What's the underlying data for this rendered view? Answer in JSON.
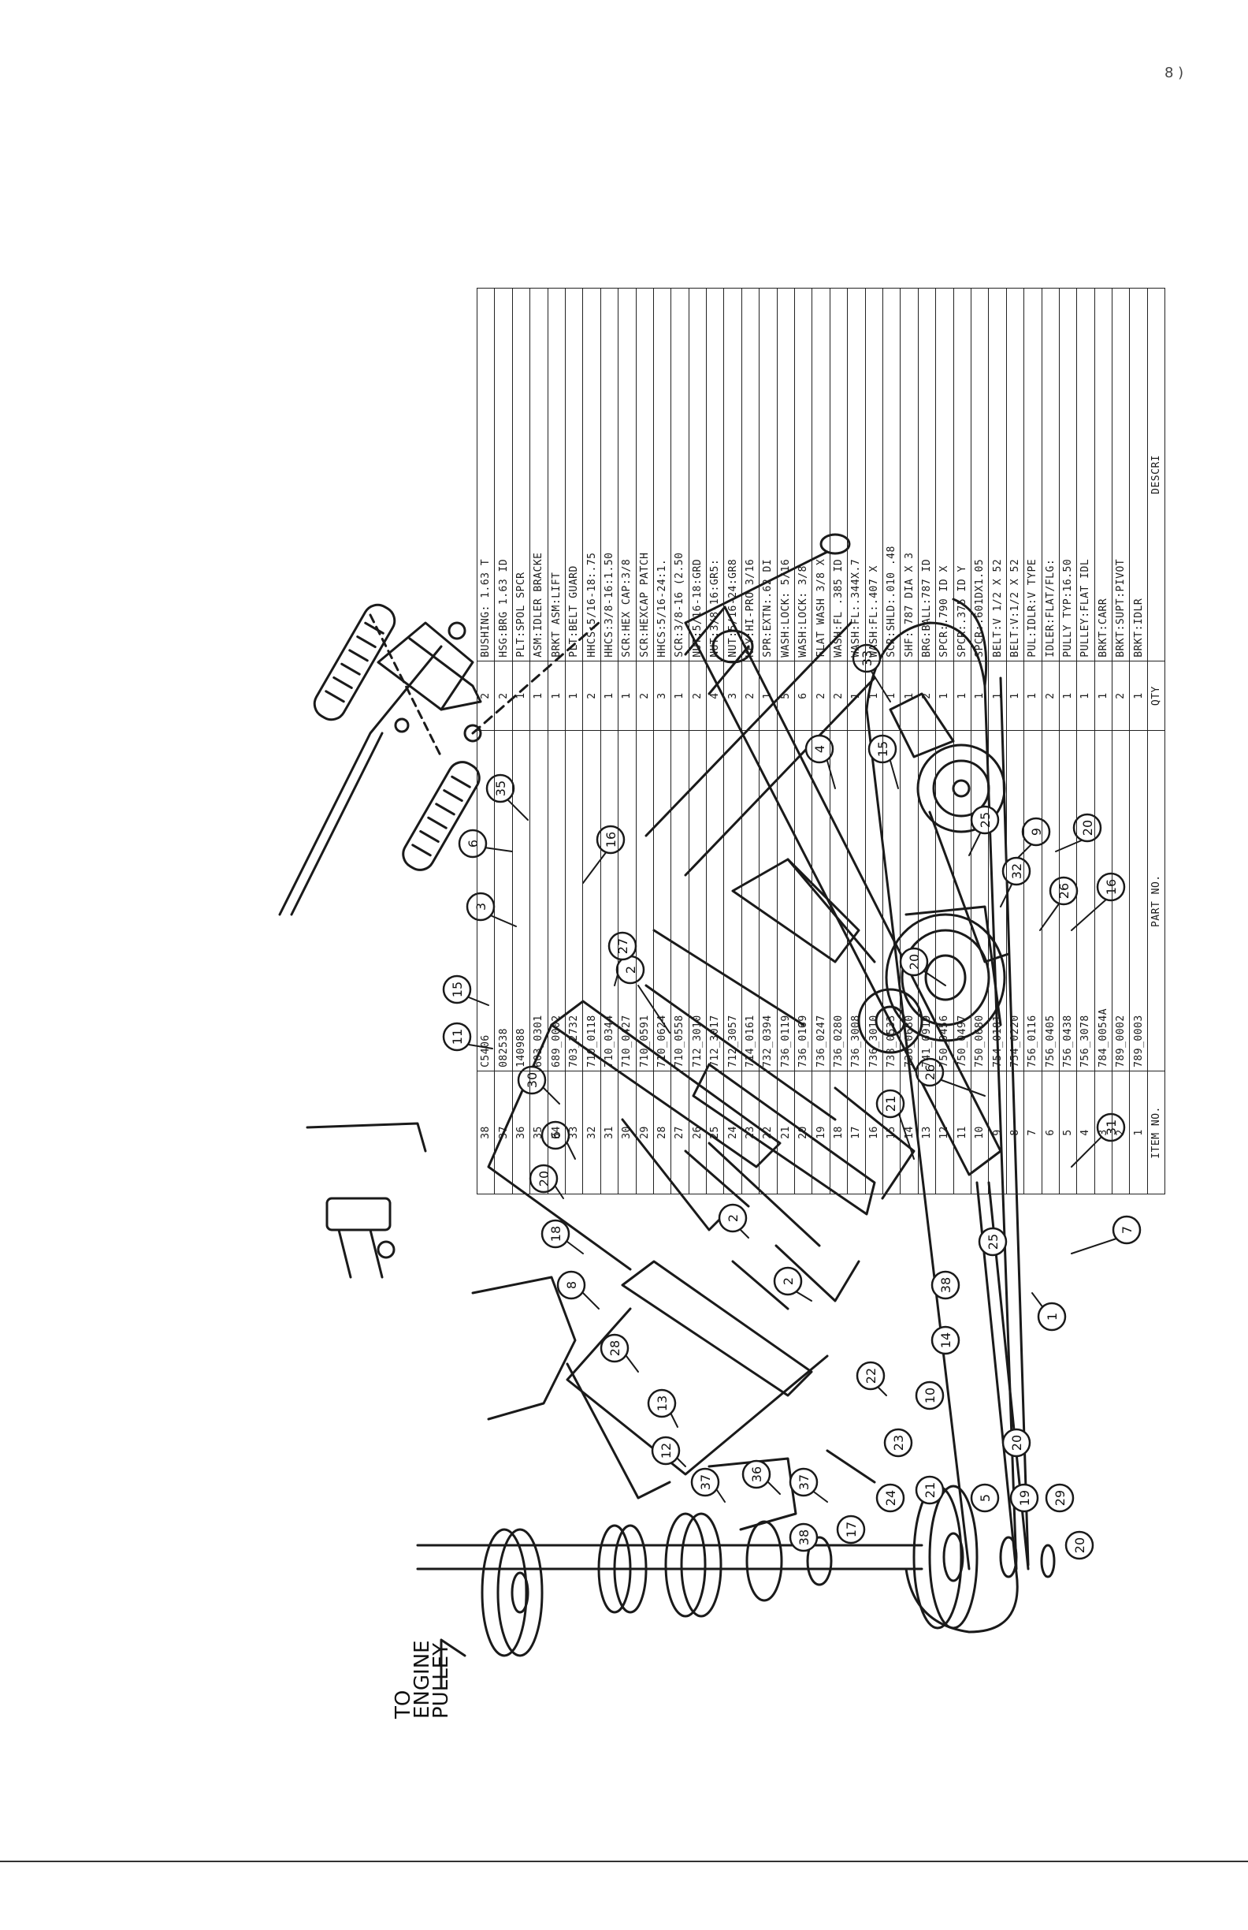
{
  "corner_mark": "8 )",
  "engine_label_lines": [
    "TO",
    "ENGINE",
    "PULLEY"
  ],
  "table": {
    "headers": {
      "item": "ITEM NO.",
      "part": "PART NO.",
      "qty": "QTY",
      "desc": "DESCRI"
    },
    "rows": [
      {
        "item": "38",
        "part": "C5406",
        "qty": "2",
        "desc": "BUSHING: 1.63 T"
      },
      {
        "item": "37",
        "part": "082538",
        "qty": "2",
        "desc": "HSG:BRG 1.63 ID"
      },
      {
        "item": "36",
        "part": "140988",
        "qty": "1",
        "desc": "PLT:SPOL SPCR"
      },
      {
        "item": "35",
        "part": "603_0301",
        "qty": "1",
        "desc": "ASM:IDLER BRACKE"
      },
      {
        "item": "34",
        "part": "689_0002",
        "qty": "1",
        "desc": "BRKT ASM:LIFT"
      },
      {
        "item": "33",
        "part": "703_2732",
        "qty": "1",
        "desc": "PLT:BELT GUARD"
      },
      {
        "item": "32",
        "part": "710_0118",
        "qty": "2",
        "desc": "HHCS:5/16-18:.75"
      },
      {
        "item": "31",
        "part": "710_0344",
        "qty": "1",
        "desc": "HHCS:3/8-16:1.50"
      },
      {
        "item": "30",
        "part": "710_0427",
        "qty": "1",
        "desc": "SCR:HEX CAP:3/8"
      },
      {
        "item": "29",
        "part": "710_0591",
        "qty": "2",
        "desc": "SCR:HEXCAP PATCH"
      },
      {
        "item": "28",
        "part": "710_0624",
        "qty": "3",
        "desc": "HHCS:5/16-24:1."
      },
      {
        "item": "27",
        "part": "710_0558",
        "qty": "1",
        "desc": "SCR:3/8-16 (2.50"
      },
      {
        "item": "26",
        "part": "712_3010",
        "qty": "2",
        "desc": "NUT:5/16-18:GRD"
      },
      {
        "item": "25",
        "part": "712_3017",
        "qty": "4",
        "desc": "NUT:3/8-16:GR5:"
      },
      {
        "item": "24",
        "part": "712_3057",
        "qty": "3",
        "desc": "NUT:5/16-24:GR8"
      },
      {
        "item": "23",
        "part": "714_0161",
        "qty": "2",
        "desc": "KEY:HI-PRO 3/16"
      },
      {
        "item": "22",
        "part": "732_0394",
        "qty": "1",
        "desc": "SPR:EXTN:.62 DI"
      },
      {
        "item": "21",
        "part": "736_0119",
        "qty": "5",
        "desc": "WASH:LOCK: 5/16"
      },
      {
        "item": "20",
        "part": "736_0169",
        "qty": "6",
        "desc": "WASH:LOCK: 3/8"
      },
      {
        "item": "19",
        "part": "736_0247",
        "qty": "2",
        "desc": "FLAT WASH 3/8 X"
      },
      {
        "item": "18",
        "part": "736_0280",
        "qty": "2",
        "desc": "WASH:FL .385 ID"
      },
      {
        "item": "17",
        "part": "736_3008",
        "qty": "1",
        "desc": "WASH:FL:.344X.7"
      },
      {
        "item": "16",
        "part": "736_3010",
        "qty": "1",
        "desc": "WASH:FL:.407 X"
      },
      {
        "item": "15",
        "part": "738_0533",
        "qty": "1",
        "desc": "SCR:SHLD:.010 .48"
      },
      {
        "item": "14",
        "part": "738_0680",
        "qty": "1",
        "desc": "SHF:.787 DIA X 3"
      },
      {
        "item": "13",
        "part": "741_0919",
        "qty": "2",
        "desc": "BRG:BALL:787 ID"
      },
      {
        "item": "12",
        "part": "750_0456",
        "qty": "1",
        "desc": "SPCR:.790 ID X"
      },
      {
        "item": "11",
        "part": "750_0497",
        "qty": "1",
        "desc": "SPCR:.375 ID Y"
      },
      {
        "item": "10",
        "part": "750_0680",
        "qty": "1",
        "desc": "SPCR:.601DX1.05"
      },
      {
        "item": "9",
        "part": "754_0181",
        "qty": "1",
        "desc": "BELT:V 1/2 X 52"
      },
      {
        "item": "8",
        "part": "754_0220",
        "qty": "1",
        "desc": "BELT:V:1/2 X 52"
      },
      {
        "item": "7",
        "part": "756_0116",
        "qty": "1",
        "desc": "PUL:IDLR:V TYPE"
      },
      {
        "item": "6",
        "part": "756_0405",
        "qty": "2",
        "desc": "IDLER:FLAT/FLG:"
      },
      {
        "item": "5",
        "part": "756_0438",
        "qty": "1",
        "desc": "PULLY TYP:16.50"
      },
      {
        "item": "4",
        "part": "756_3078",
        "qty": "1",
        "desc": "PULLEY:FLAT IDL"
      },
      {
        "item": "3",
        "part": "784_0054A",
        "qty": "1",
        "desc": "BRKT:CARR"
      },
      {
        "item": "2",
        "part": "789_0002",
        "qty": "2",
        "desc": "BRKT:SUPT:PIVOT"
      },
      {
        "item": "1",
        "part": "789_0003",
        "qty": "1",
        "desc": "BRKT:IDLR"
      }
    ]
  },
  "callouts": [
    {
      "label": "2"
    },
    {
      "label": "2"
    },
    {
      "label": "2"
    },
    {
      "label": "22"
    },
    {
      "label": "21"
    },
    {
      "label": "26"
    },
    {
      "label": "31"
    },
    {
      "label": "7"
    },
    {
      "label": "1"
    },
    {
      "label": "20"
    },
    {
      "label": "25"
    },
    {
      "label": "32"
    },
    {
      "label": "9"
    },
    {
      "label": "26"
    },
    {
      "label": "20"
    },
    {
      "label": "16"
    },
    {
      "label": "4"
    },
    {
      "label": "15"
    },
    {
      "label": "33"
    },
    {
      "label": "27"
    },
    {
      "label": "16"
    },
    {
      "label": "35"
    },
    {
      "label": "6"
    },
    {
      "label": "3"
    },
    {
      "label": "15"
    },
    {
      "label": "11"
    },
    {
      "label": "30"
    },
    {
      "label": "6"
    },
    {
      "label": "20"
    },
    {
      "label": "18"
    },
    {
      "label": "8"
    },
    {
      "label": "28"
    },
    {
      "label": "13"
    },
    {
      "label": "12"
    },
    {
      "label": "37"
    },
    {
      "label": "36"
    },
    {
      "label": "37"
    },
    {
      "label": "38"
    },
    {
      "label": "17"
    },
    {
      "label": "24"
    },
    {
      "label": "21"
    },
    {
      "label": "23"
    },
    {
      "label": "10"
    },
    {
      "label": "14"
    },
    {
      "label": "38"
    },
    {
      "label": "25"
    },
    {
      "label": "20"
    },
    {
      "label": "5"
    },
    {
      "label": "19"
    },
    {
      "label": "29"
    },
    {
      "label": "20"
    }
  ]
}
